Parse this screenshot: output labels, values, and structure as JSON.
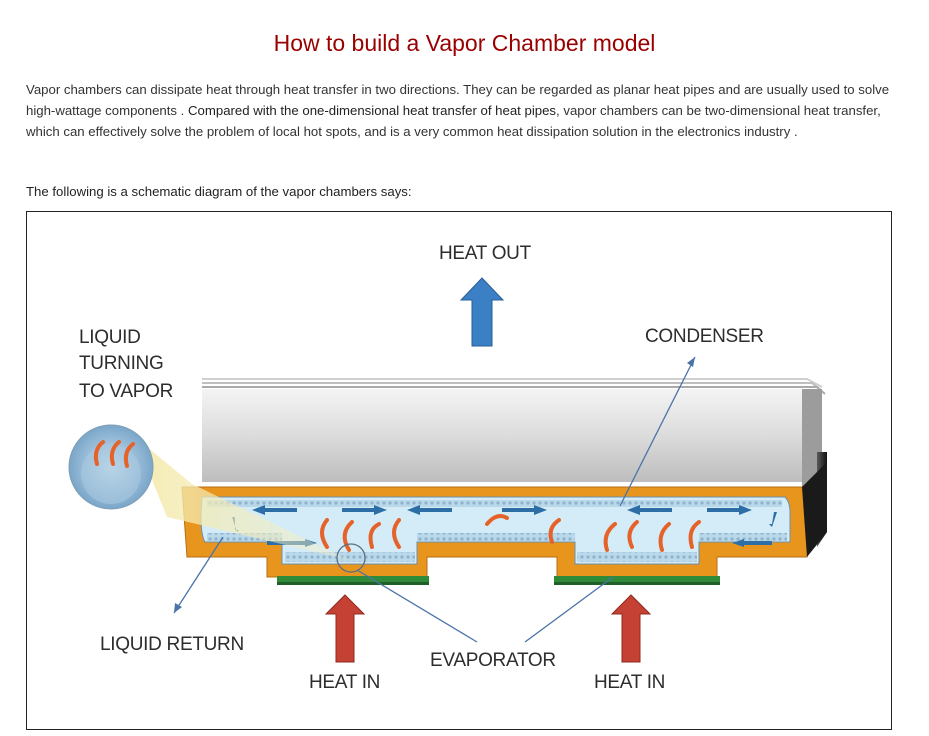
{
  "page": {
    "title": "How to build a Vapor Chamber model",
    "intro_part1": "Vapor chambers can dissipate heat through heat transfer in two directions. They can be regarded as planar heat pipes and are usually used to solve high-wattage components . ",
    "intro_part2": "Compared with the one-dimensional heat transfer of heat pipes",
    "intro_part3": ", vapor chambers can be two-dimensional heat transfer, which can effectively solve the problem of local hot spots, and is a very common heat dissipation solution in the electronics industry .",
    "lead": "The following is a schematic diagram of the vapor chambers says:"
  },
  "diagram": {
    "heat_out": "HEAT OUT",
    "condenser": "CONDENSER",
    "liquid_vapor_line1": "LIQUID",
    "liquid_vapor_line2": "TURNING",
    "liquid_vapor_line3": "TO VAPOR",
    "liquid_return": "LIQUID RETURN",
    "evaporator": "EVAPORATOR",
    "heat_in_left": "HEAT IN",
    "heat_in_right": "HEAT IN",
    "colors": {
      "casing": "#e8951e",
      "heat_out_arrow": "#3b7fc4",
      "heat_in_arrow": "#c0392b",
      "fins": "#d9d9d9",
      "chamber_interior": "#d4ecf7",
      "pcb": "#2f8a3a"
    }
  }
}
